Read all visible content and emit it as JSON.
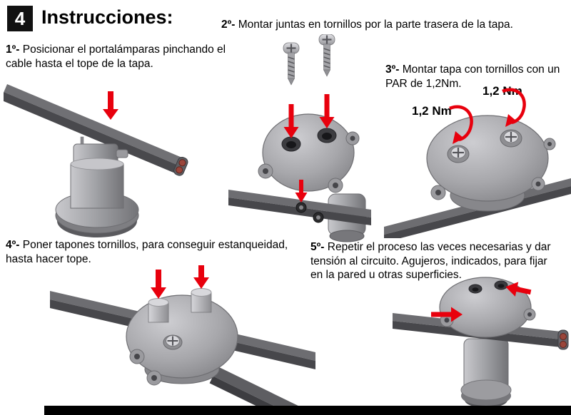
{
  "header": {
    "badge": "4",
    "title": "Instrucciones:"
  },
  "steps": [
    {
      "label": "1º-",
      "text": "Posicionar el portalámparas pinchando el cable hasta el tope de la tapa."
    },
    {
      "label": "2º-",
      "text": "Montar juntas en tornillos por la parte trasera de la tapa."
    },
    {
      "label": "3º-",
      "text": "Montar tapa con tornillos con un PAR de 1,2Nm."
    },
    {
      "label": "4º-",
      "text": "Poner tapones tornillos, para conseguir estanqueidad, hasta hacer tope."
    },
    {
      "label": "5º-",
      "text": "Repetir el proceso las veces necesarias y dar tensión al circuito. Agujeros, indicados, para fijar en la pared  u otras superficies."
    }
  ],
  "annotations": {
    "torque_left": "1,2 Nm",
    "torque_right": "1,2 Nm"
  },
  "icons": {
    "down-arrow": "straight red arrow pointing down",
    "right-arrow": "straight red arrow pointing sideways",
    "torque-rotation": "curved red rotation arrow"
  },
  "colors": {
    "arrow_red": "#e8000d",
    "badge_bg": "#111111",
    "device_gray": "#a8a8ac",
    "cable_gray": "#4e4e52",
    "conductor_red": "#9a453a"
  }
}
